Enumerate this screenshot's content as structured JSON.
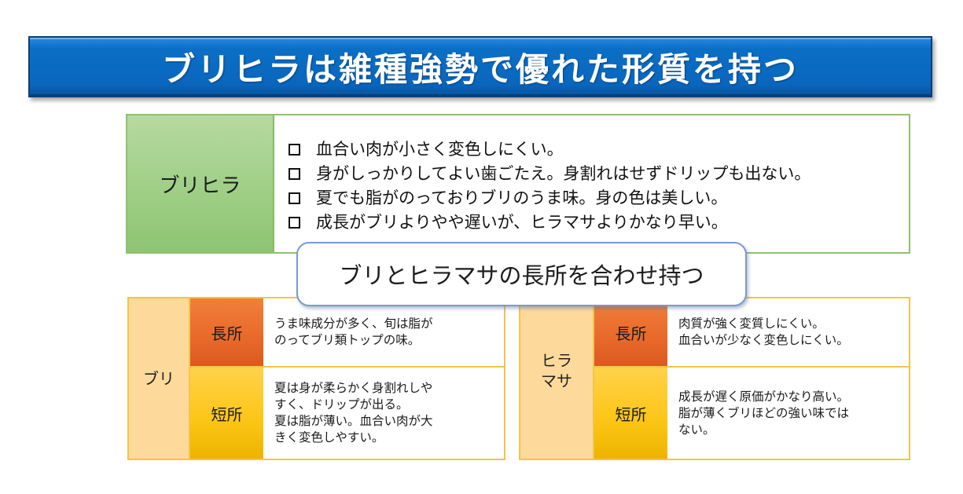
{
  "title": "ブリヒラは雑種強勢で優れた形質を持つ",
  "hybrid": {
    "label": "ブリヒラ",
    "bullet_icon": "square-bullet-icon",
    "traits": [
      "血合い肉が小さく変色しにくい。",
      "身がしっかりしてよい歯ごたえ。身割れはせずドリップも出ない。",
      "夏でも脂がのっておりブリのうま味。身の色は美しい。",
      "成長がブリよりやや遅いが、ヒラマサよりかなり早い。"
    ]
  },
  "callout": "ブリとヒラマサの長所を合わせ持つ",
  "buri": {
    "name": "ブリ",
    "pro_label": "長所",
    "pro_lines": [
      "うま味成分が多く、旬は脂が",
      "のってブリ類トップの味。"
    ],
    "con_label": "短所",
    "con_lines": [
      "夏は身が柔らかく身割れしや",
      "すく、ドリップが出る。",
      "夏は脂が薄い。血合い肉が大",
      "きく変色しやすい。"
    ]
  },
  "hiramasa": {
    "name_lines": [
      "ヒラ",
      "マサ"
    ],
    "pro_label": "長所",
    "pro_lines": [
      "肉質が強く変質しにくい。",
      "血合いが少なく変色しにくい。"
    ],
    "con_label": "短所",
    "con_lines": [
      "成長が遅く原価がかなり高い。",
      "脂が薄くブリほどの強い味では",
      "ない。"
    ]
  },
  "colors": {
    "title_blue": "#0b6fc6",
    "hybrid_green": "#9fcf86",
    "pro_orange": "#e8692a",
    "con_yellow": "#fcc515",
    "name_peach": "#fdd99b",
    "table_border": "#f2c54a",
    "callout_border": "#7a9ad0"
  }
}
